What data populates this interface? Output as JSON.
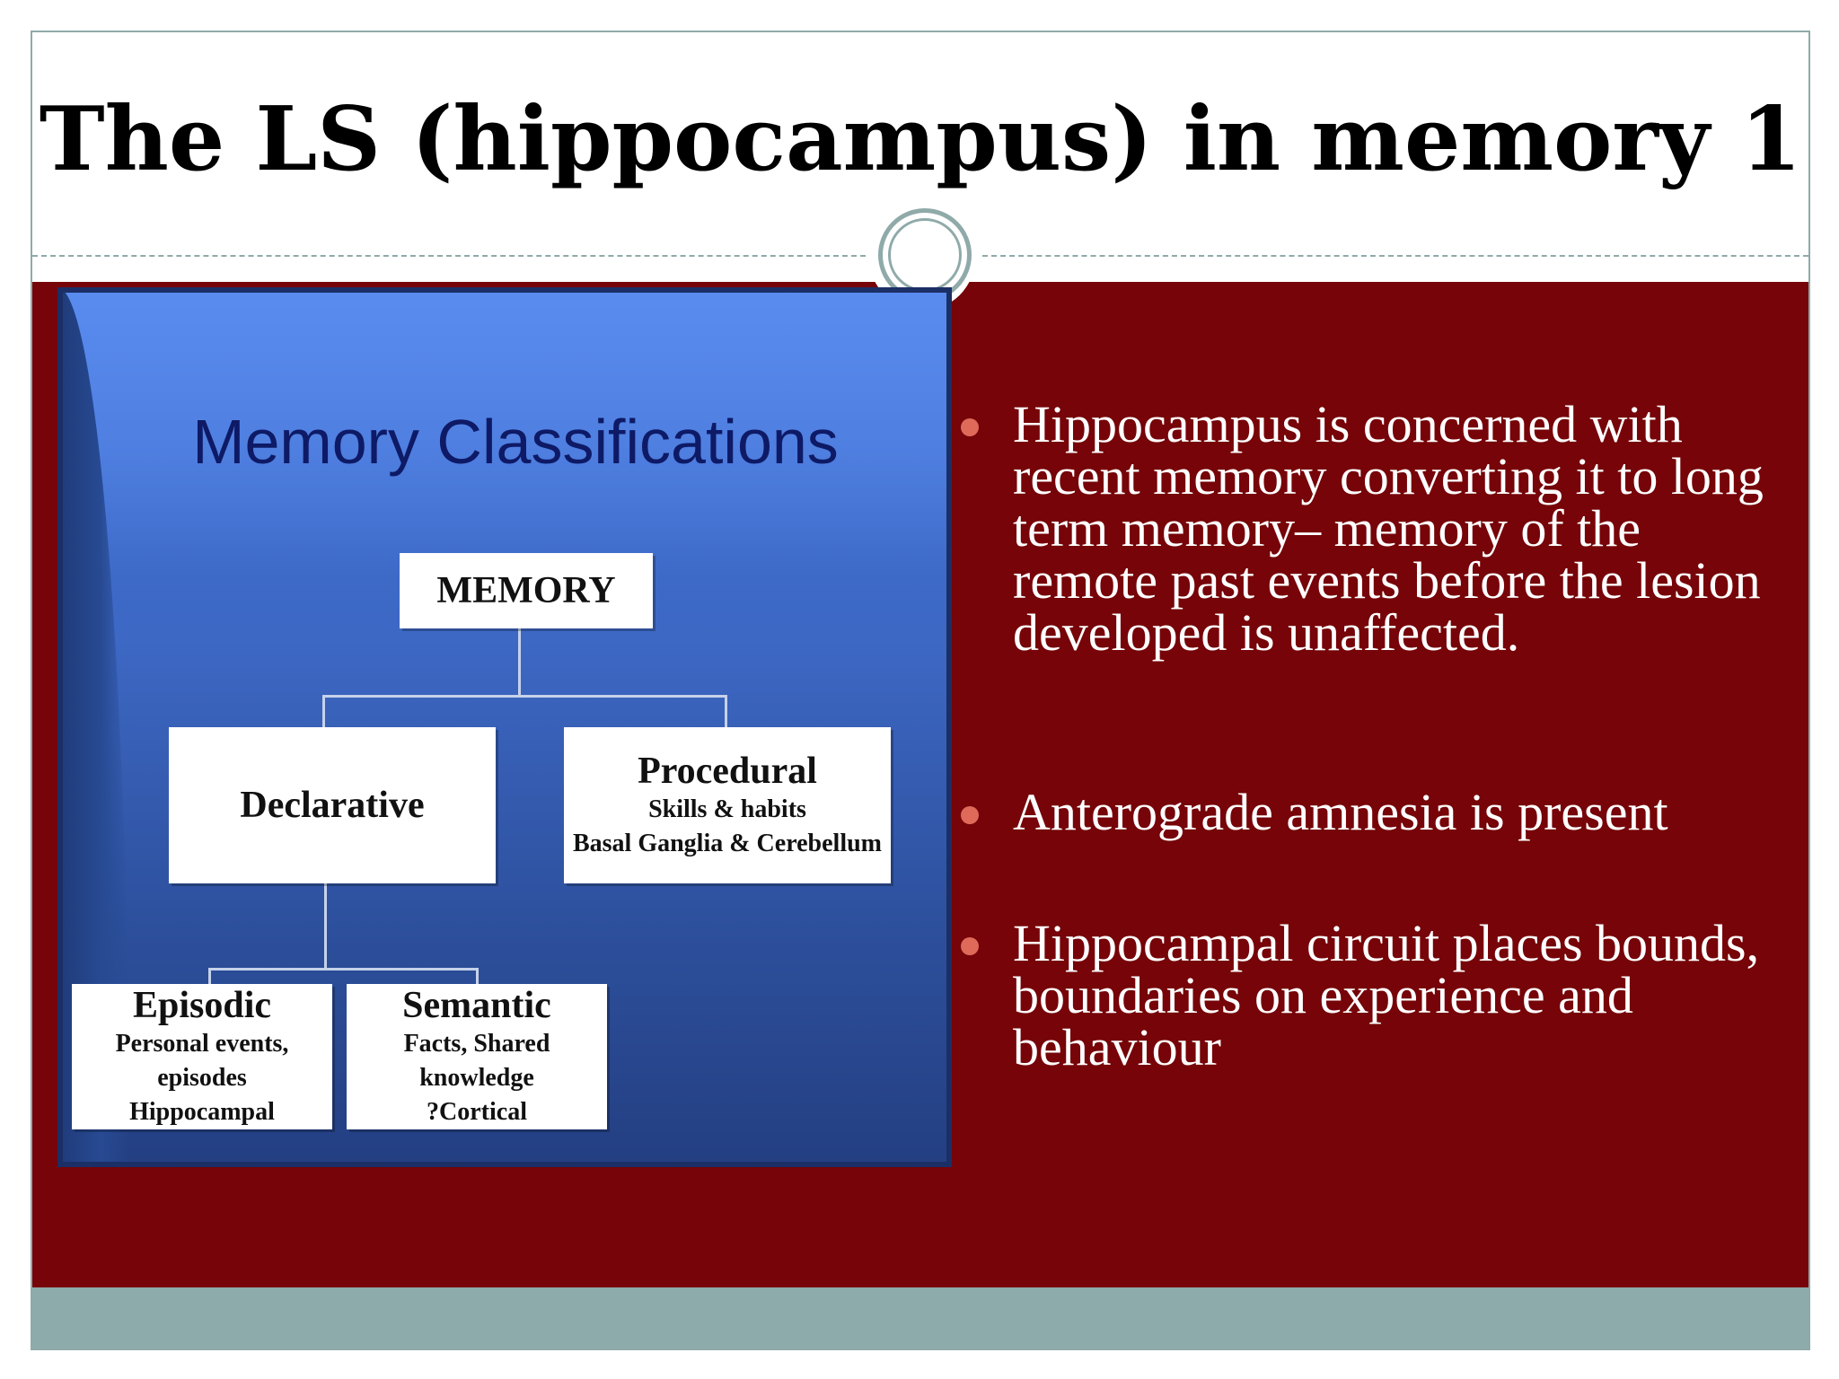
{
  "slide": {
    "title": "The LS (hippocampus) in memory 1",
    "colors": {
      "band": "#760408",
      "accent": "#8faaa9",
      "bullet": "#e06a5a"
    }
  },
  "figure": {
    "title": "Memory Classifications",
    "root": "MEMORY",
    "declarative": {
      "label": "Declarative"
    },
    "procedural": {
      "label": "Procedural",
      "line1": "Skills & habits",
      "line2": "Basal Ganglia & Cerebellum"
    },
    "episodic": {
      "label": "Episodic",
      "line1": "Personal events, episodes",
      "line2": "Hippocampal"
    },
    "semantic": {
      "label": "Semantic",
      "line1": "Facts, Shared knowledge",
      "line2": "?Cortical"
    }
  },
  "bullets": [
    "Hippocampus is concerned with recent memory converting it to long term memory– memory of the remote past events before the lesion developed is unaffected.",
    "Anterograde amnesia is present",
    "Hippocampal circuit places bounds, boundaries on experience and behaviour"
  ]
}
